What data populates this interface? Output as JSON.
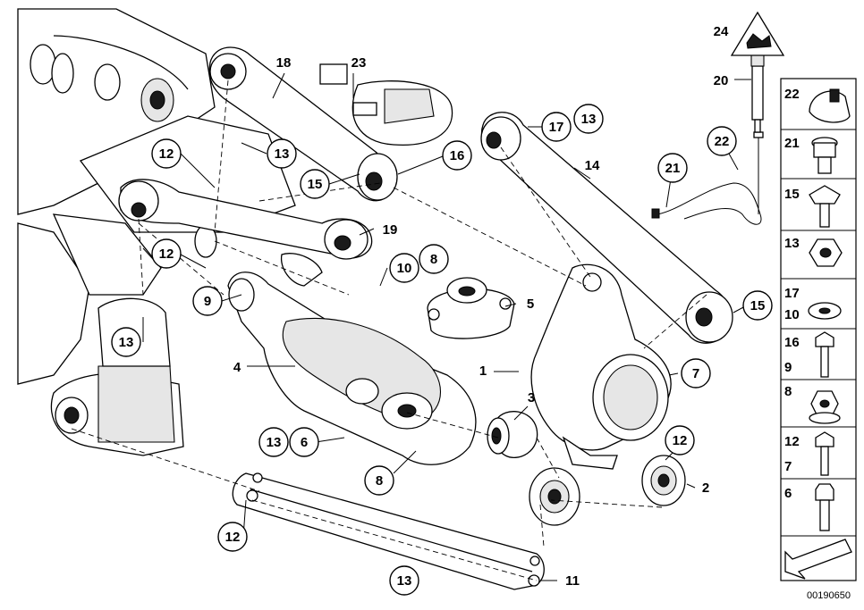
{
  "callouts": {
    "c12a": "12",
    "c13a": "13",
    "c18": "18",
    "c23": "23",
    "c15a": "15",
    "c19": "19",
    "c12b": "12",
    "c10a": "10",
    "c8a": "8",
    "c9": "9",
    "c5": "5",
    "c13b": "13",
    "c4": "4",
    "c1": "1",
    "c3": "3",
    "c13c": "13",
    "c6": "6",
    "c8b": "8",
    "c12c": "12",
    "c13d": "13",
    "c11": "11",
    "c12d": "12",
    "c2": "2",
    "c7": "7",
    "c15b": "15",
    "c17": "17",
    "c13e": "13",
    "c14": "14",
    "c16": "16",
    "c21": "21",
    "c22": "22",
    "c20": "20",
    "c24": "24"
  },
  "legend": [
    {
      "num": "22",
      "icon": "sensor-connector-icon"
    },
    {
      "num": "21",
      "icon": "hex-bolt-short-icon"
    },
    {
      "num": "15",
      "icon": "flange-bolt-icon"
    },
    {
      "num": "13",
      "icon": "hex-nut-icon"
    },
    {
      "num": "17",
      "num2": "10",
      "icon": "washer-icon"
    },
    {
      "num": "16",
      "num2": "9",
      "icon": "long-bolt-icon"
    },
    {
      "num": "8",
      "icon": "flange-nut-icon"
    },
    {
      "num": "12",
      "num2": "7",
      "icon": "long-bolt-icon"
    },
    {
      "num": "6",
      "icon": "torx-bolt-icon"
    }
  ],
  "footer": {
    "code": "00190650"
  }
}
